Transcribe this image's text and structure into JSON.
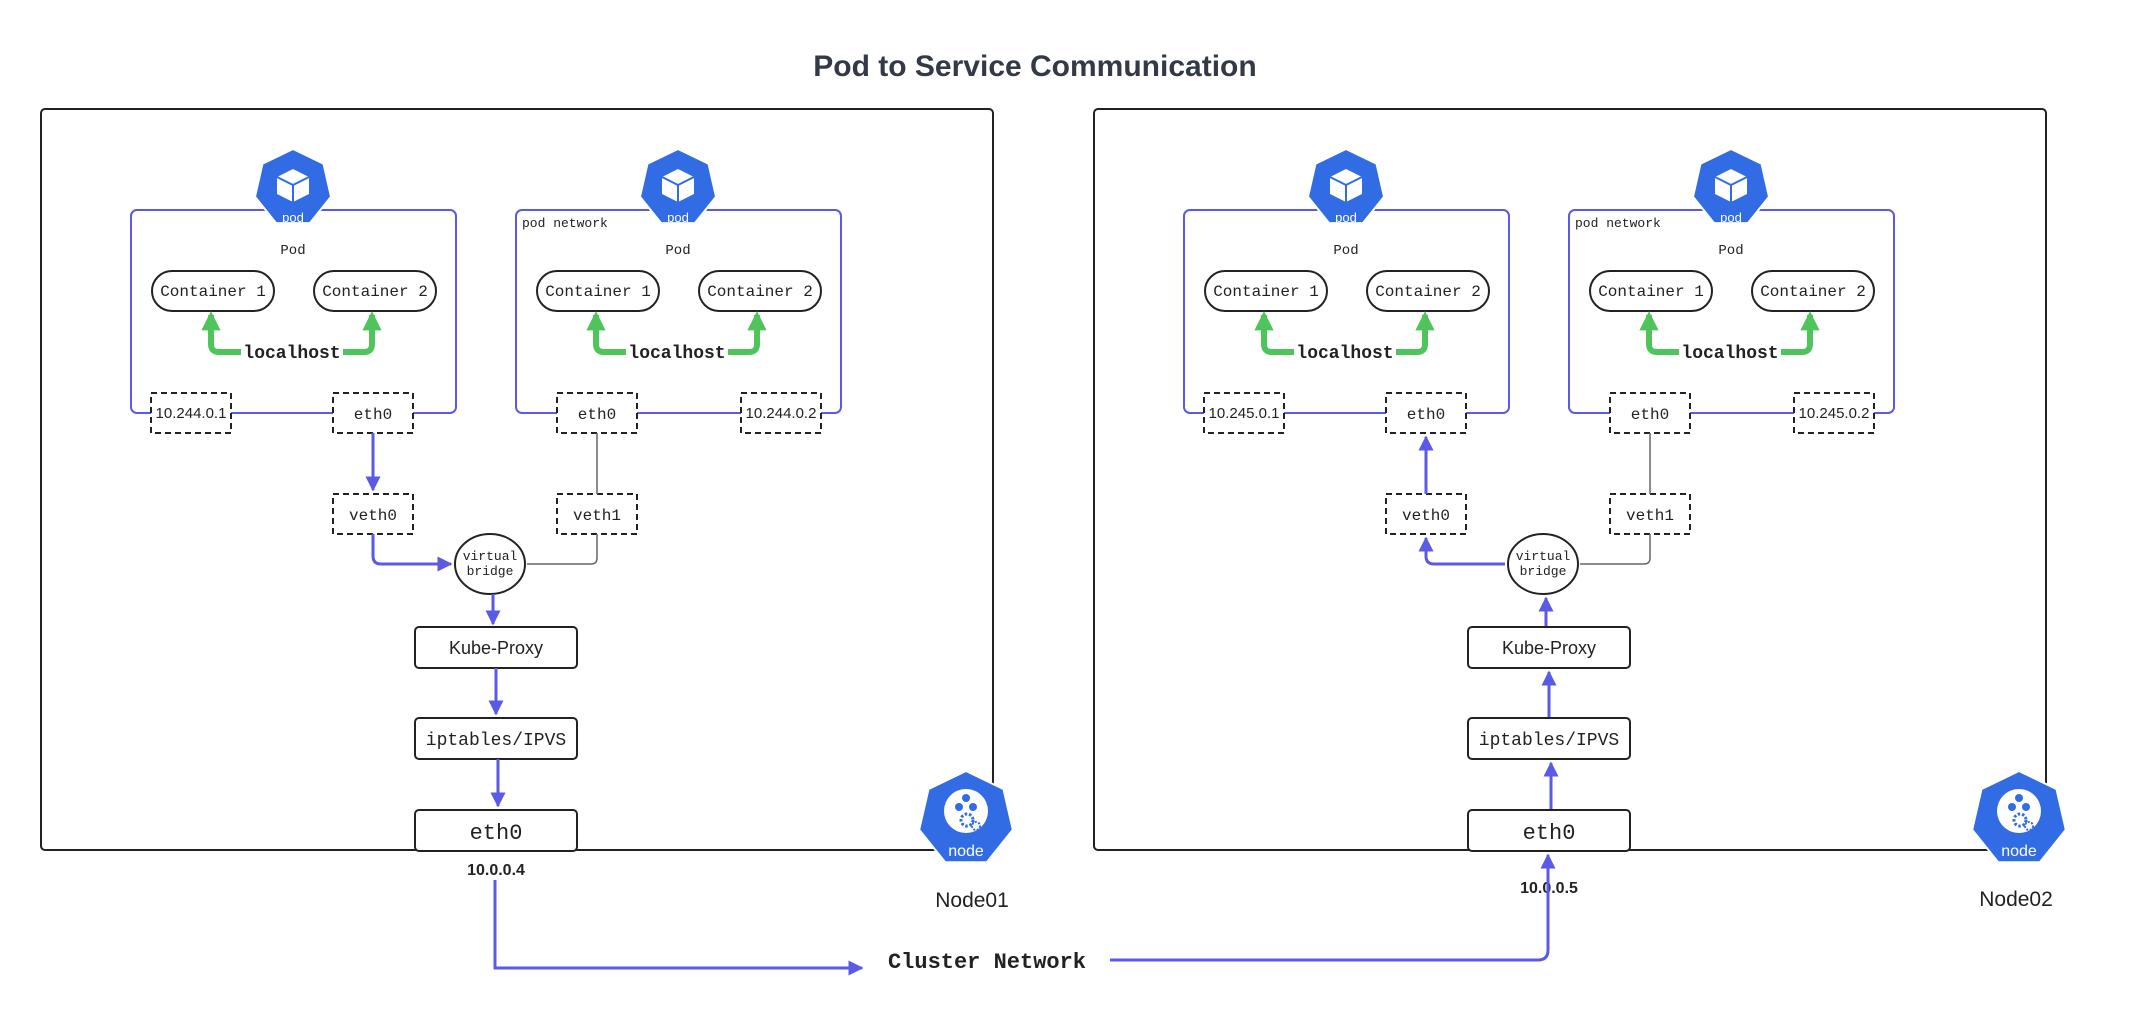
{
  "title": "Pod to Service Communication",
  "colors": {
    "accent": "#5a5ae6",
    "localhost": "#4fc45a",
    "k8s": "#326ce5",
    "text": "#333a45"
  },
  "nodes": [
    {
      "name": "Node01",
      "node_icon_label": "node",
      "pods": [
        {
          "icon_label": "pod",
          "pod_label": "Pod",
          "net_label": "",
          "containers": [
            "Container 1",
            "Container 2"
          ],
          "localhost": "localhost",
          "ip": "10.244.0.1",
          "eth": "eth0",
          "veth": "veth0"
        },
        {
          "icon_label": "pod",
          "pod_label": "Pod",
          "net_label": "pod network",
          "containers": [
            "Container 1",
            "Container 2"
          ],
          "localhost": "localhost",
          "ip": "10.244.0.2",
          "eth": "eth0",
          "veth": "veth1"
        }
      ],
      "bridge_label": [
        "virtual",
        "bridge"
      ],
      "kube_proxy": "Kube-Proxy",
      "iptables": "iptables/IPVS",
      "eth": "eth0",
      "node_ip": "10.0.0.4",
      "flow_direction": "outbound"
    },
    {
      "name": "Node02",
      "node_icon_label": "node",
      "pods": [
        {
          "icon_label": "pod",
          "pod_label": "Pod",
          "net_label": "",
          "containers": [
            "Container 1",
            "Container 2"
          ],
          "localhost": "localhost",
          "ip": "10.245.0.1",
          "eth": "eth0",
          "veth": "veth0"
        },
        {
          "icon_label": "pod",
          "pod_label": "Pod",
          "net_label": "pod network",
          "containers": [
            "Container 1",
            "Container 2"
          ],
          "localhost": "localhost",
          "ip": "10.245.0.2",
          "eth": "eth0",
          "veth": "veth1"
        }
      ],
      "bridge_label": [
        "virtual",
        "bridge"
      ],
      "kube_proxy": "Kube-Proxy",
      "iptables": "iptables/IPVS",
      "eth": "eth0",
      "node_ip": "10.0.0.5",
      "flow_direction": "inbound"
    }
  ],
  "cluster_network": "Cluster Network"
}
